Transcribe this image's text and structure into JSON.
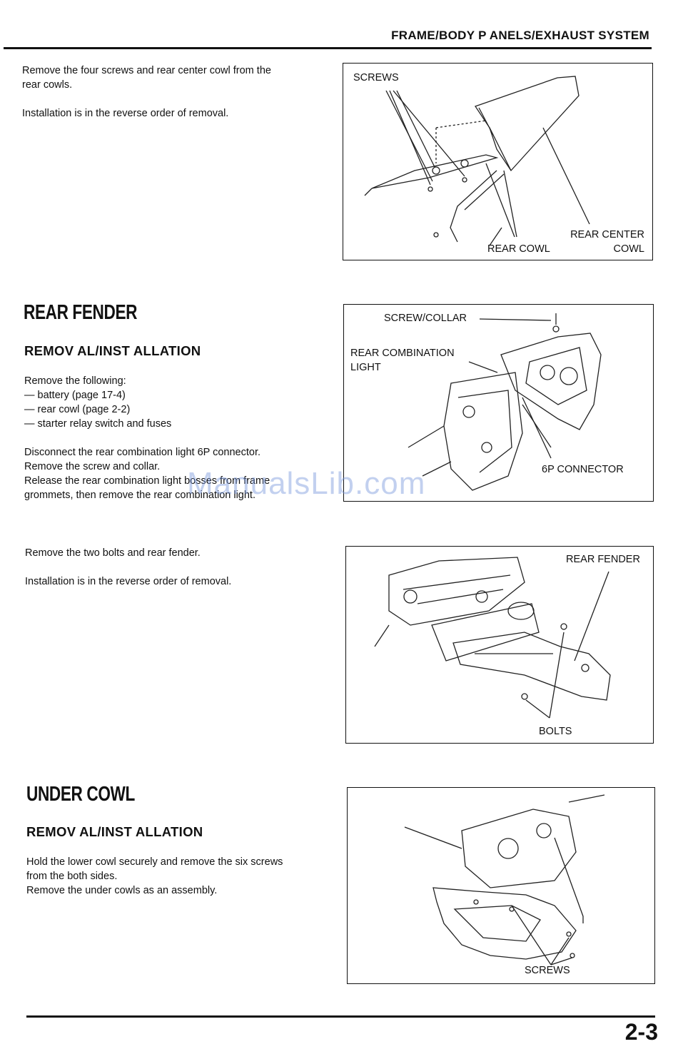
{
  "header": {
    "title": "FRAME/BODY P ANELS/EXHAUST SYSTEM"
  },
  "rear_cowl": {
    "text": "Remove the four screws and rear center cowl from the\nrear cowls.\n\nInstallation is in the reverse order of removal.",
    "figure": {
      "screws_label": "SCREWS",
      "rear_cowl_label": "REAR COWL",
      "rear_center_cowl_label": "REAR CENTER\nCOWL"
    }
  },
  "rear_fender": {
    "title": "REAR FENDER",
    "subtitle": "REMOV AL/INST ALLATION",
    "text1": "Remove the following:\n— battery (page 17-4)\n— rear cowl (page 2-2)\n— starter relay switch and fuses\n\nDisconnect the rear combination light 6P connector.\nRemove the screw and collar.\nRelease the rear combination light bosses from frame\ngrommets, then remove the rear combination light.",
    "figure1": {
      "screw_collar_label": "SCREW/COLLAR",
      "rear_combination_light_label": "REAR COMBINATION\nLIGHT",
      "connector_label": "6P CONNECTOR"
    },
    "text2": "Remove the two bolts and rear fender.\n\nInstallation is in the reverse order of removal.",
    "figure2": {
      "rear_fender_label": "REAR FENDER",
      "bolts_label": "BOLTS"
    }
  },
  "under_cowl": {
    "title": "UNDER COWL",
    "subtitle": "REMOV AL/INST ALLATION",
    "text": "Hold the lower cowl securely and remove the six screws\nfrom the both sides.\nRemove the under cowls as an assembly.",
    "figure": {
      "screws_label": "SCREWS"
    }
  },
  "watermark": "ManualsLib.com",
  "footer": {
    "page_number": "2-3"
  }
}
